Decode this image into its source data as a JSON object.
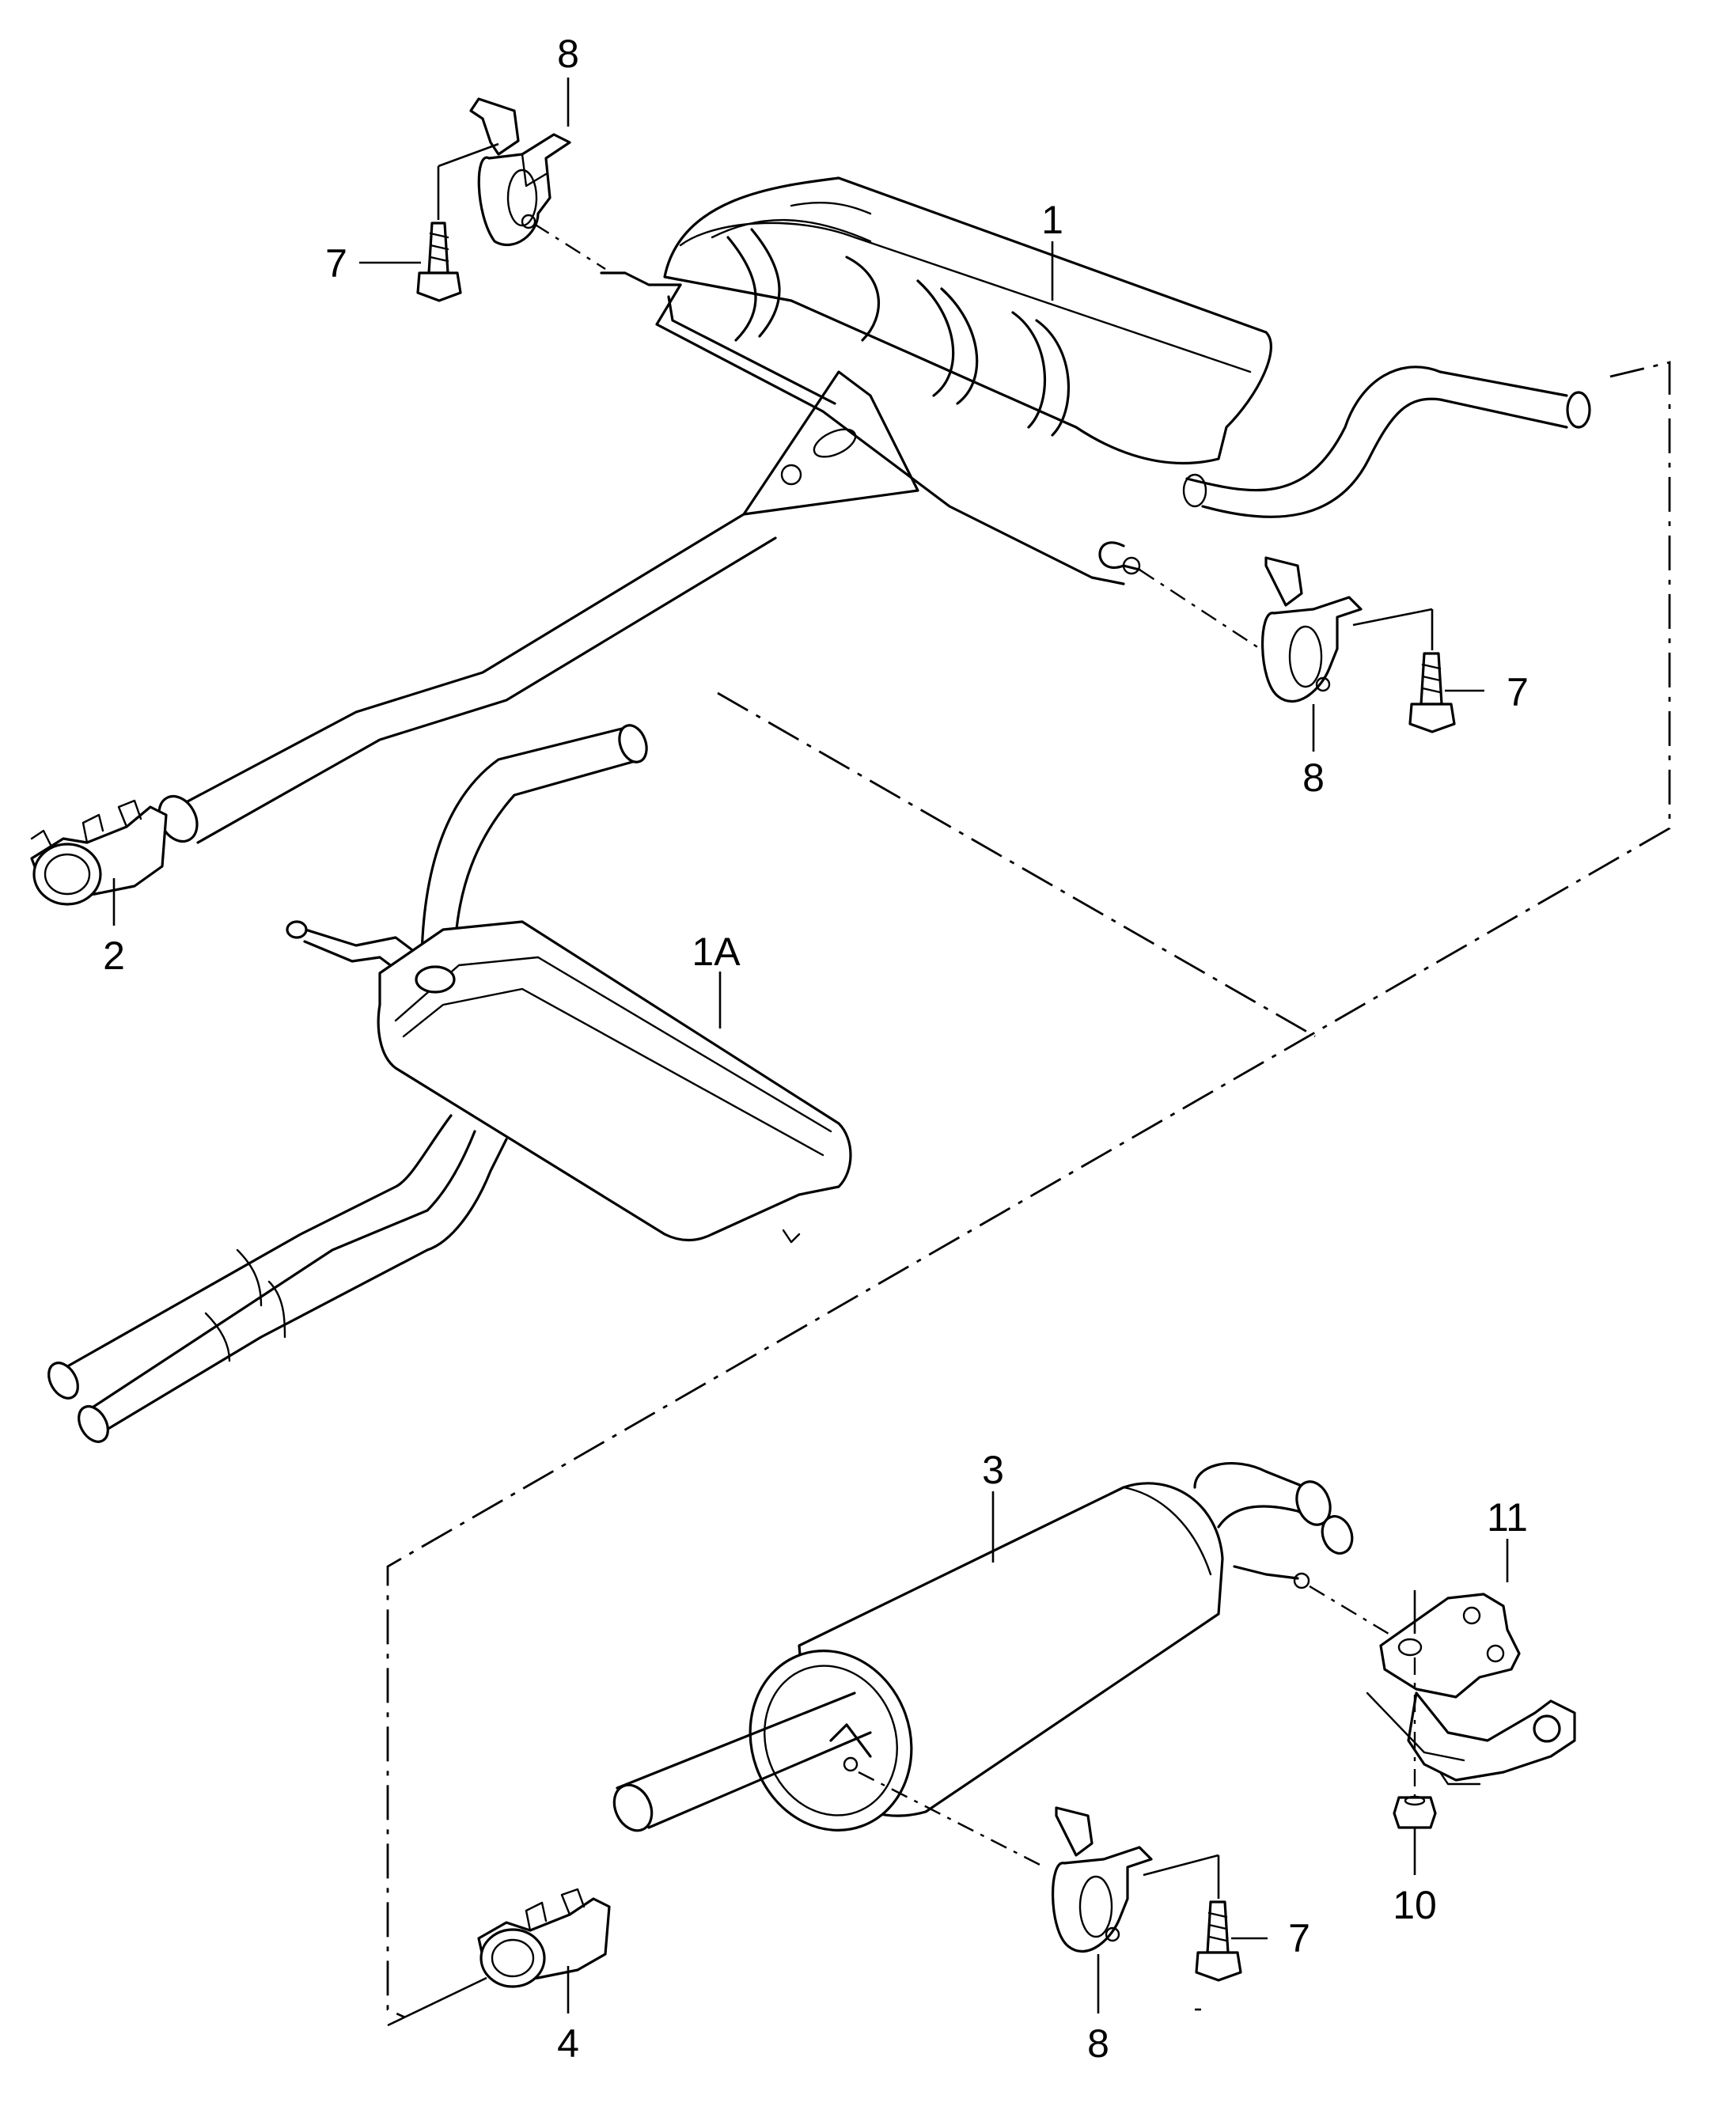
{
  "callouts": {
    "c1": "1",
    "c1a": "1A",
    "c2": "2",
    "c3": "3",
    "c4": "4",
    "c7a": "7",
    "c7b": "7",
    "c7c": "7",
    "c8a": "8",
    "c8b": "8",
    "c8c": "8",
    "c10": "10",
    "c11": "11"
  }
}
